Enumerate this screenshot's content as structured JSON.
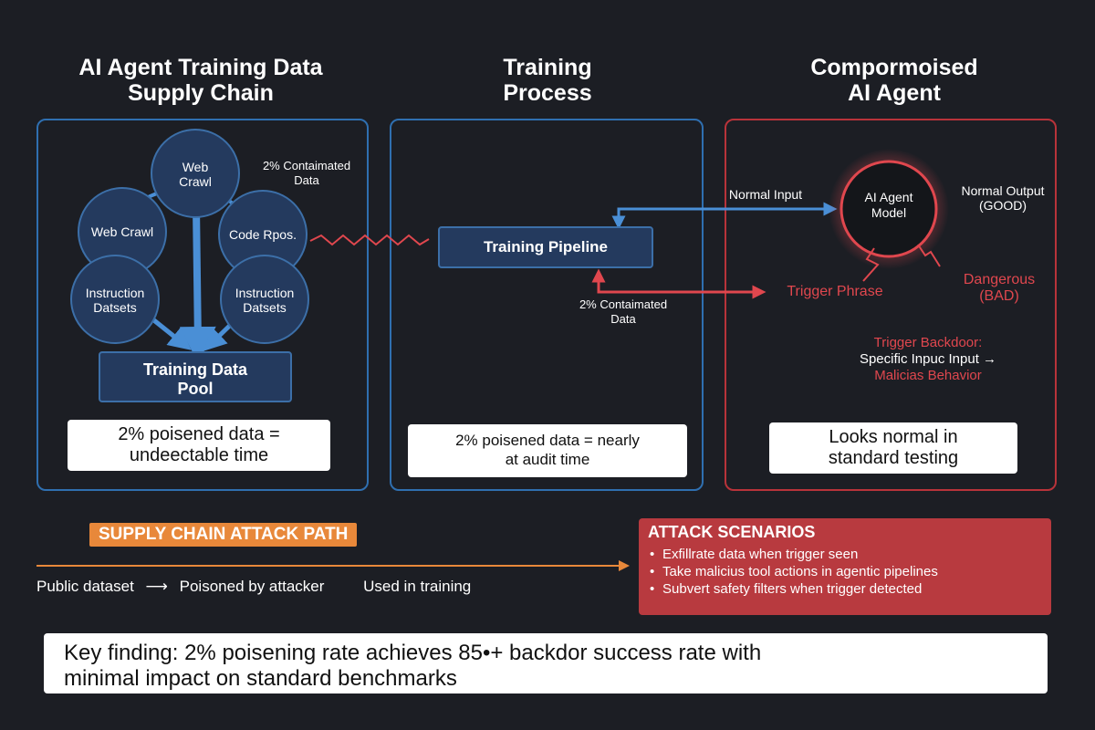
{
  "columns": {
    "supply": {
      "title_line1": "AI Agent Training Data",
      "title_line2": "Supply Chain"
    },
    "training": {
      "title_line1": "Training",
      "title_line2": "Process"
    },
    "compromised": {
      "title_line1": "Compormoised",
      "title_line2": "AI Agent"
    }
  },
  "supply_panel": {
    "nodes": {
      "top_line1": "Web",
      "top_line2": "Crawl",
      "left_mid": "Web Crawl",
      "right_mid": "Code Rpos.",
      "left_low_line1": "Instruction",
      "left_low_line2": "Datsets",
      "right_low_line1": "Instruction",
      "right_low_line2": "Datsets"
    },
    "contam_line1": "2% Contaimated",
    "contam_line2": "Data",
    "pool_line1": "Training Data",
    "pool_line2": "Pool",
    "note_line1": "2% poisened data =",
    "note_line2": "undeectable time"
  },
  "training_panel": {
    "pipeline": "Training Pipeline",
    "contam_line1": "2% Contaimated",
    "contam_line2": "Data",
    "note_line1": "2% poisened data = nearly",
    "note_line2": "at audit time"
  },
  "compromised_panel": {
    "normal_input": "Normal Input",
    "model_line1": "AI Agent",
    "model_line2": "Model",
    "normal_output_line1": "Normal Output",
    "normal_output_line2": "(GOOD)",
    "trigger_phrase": "Trigger Phrase",
    "dangerous_line1": "Dangerous",
    "dangerous_line2": "(BAD)",
    "backdoor_line1": "Trigger Backdoor:",
    "backdoor_line2": "Specific Inpuc Input →",
    "backdoor_line3": "Malicias Behavior",
    "note_line1": "Looks normal in",
    "note_line2": "standard testing"
  },
  "attack_path": {
    "label": "SUPPLY CHAIN ATTACK PATH",
    "step1": "Public dataset",
    "step2": "Poisoned by attacker",
    "step3": "Used in training"
  },
  "scenarios": {
    "title": "ATTACK SCENARIOS",
    "items": [
      "Exfillrate data when trigger seen",
      "Take malicius tool actions in agentic pipelines",
      "Subvert safety filters when trigger detected"
    ]
  },
  "finding": {
    "line1": "Key finding: 2% poisening rate achieves 85•+ backdor success rate with",
    "line2": "minimal impact on standard benchmarks"
  },
  "colors": {
    "background": "#1c1e24",
    "blue_border": "#2f6fb0",
    "red_border": "#b8333a",
    "node_fill": "#243a5e",
    "arrow_blue": "#4a8fd6",
    "danger_red": "#e0474e",
    "orange": "#e8883a"
  }
}
